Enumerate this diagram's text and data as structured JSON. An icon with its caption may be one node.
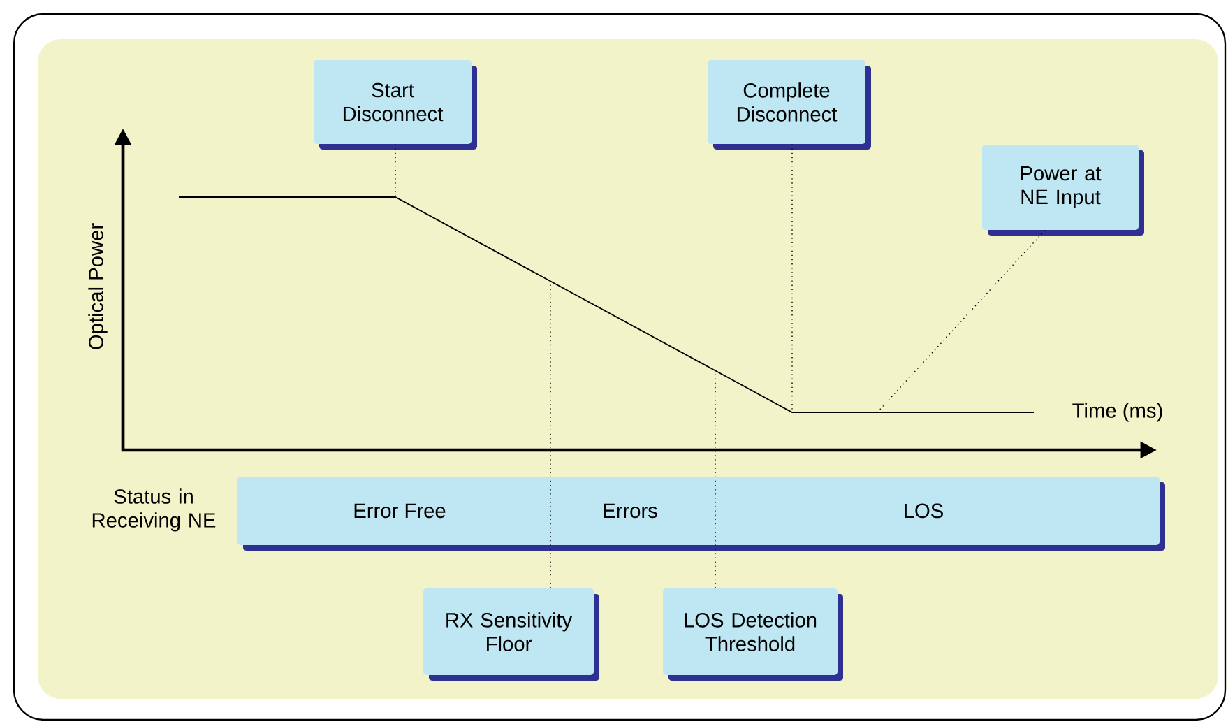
{
  "diagram": {
    "nodes": [
      {
        "text": [
          "Start Disconnect"
        ]
      },
      {
        "text": [
          "Complete Disconnect"
        ]
      },
      {
        "text": [
          "Power at NE Input"
        ]
      },
      {
        "text": [
          "Error Free",
          "Errors",
          "LOS"
        ]
      },
      {
        "text": [
          "RX Sensitivity Floor"
        ]
      },
      {
        "text": [
          "LOS Detection Threshold"
        ]
      }
    ],
    "edges": [
      {
        "from": 0,
        "to": null,
        "arrow": "none"
      },
      {
        "from": 1,
        "to": null,
        "arrow": "none"
      },
      {
        "from": 2,
        "to": null,
        "arrow": "none"
      },
      {
        "from": 4,
        "to": null,
        "arrow": "none"
      },
      {
        "from": 5,
        "to": null,
        "arrow": "none"
      }
    ],
    "labels": [
      "Optical Power",
      "Time (ms)",
      "Status in Receiving NE"
    ]
  }
}
